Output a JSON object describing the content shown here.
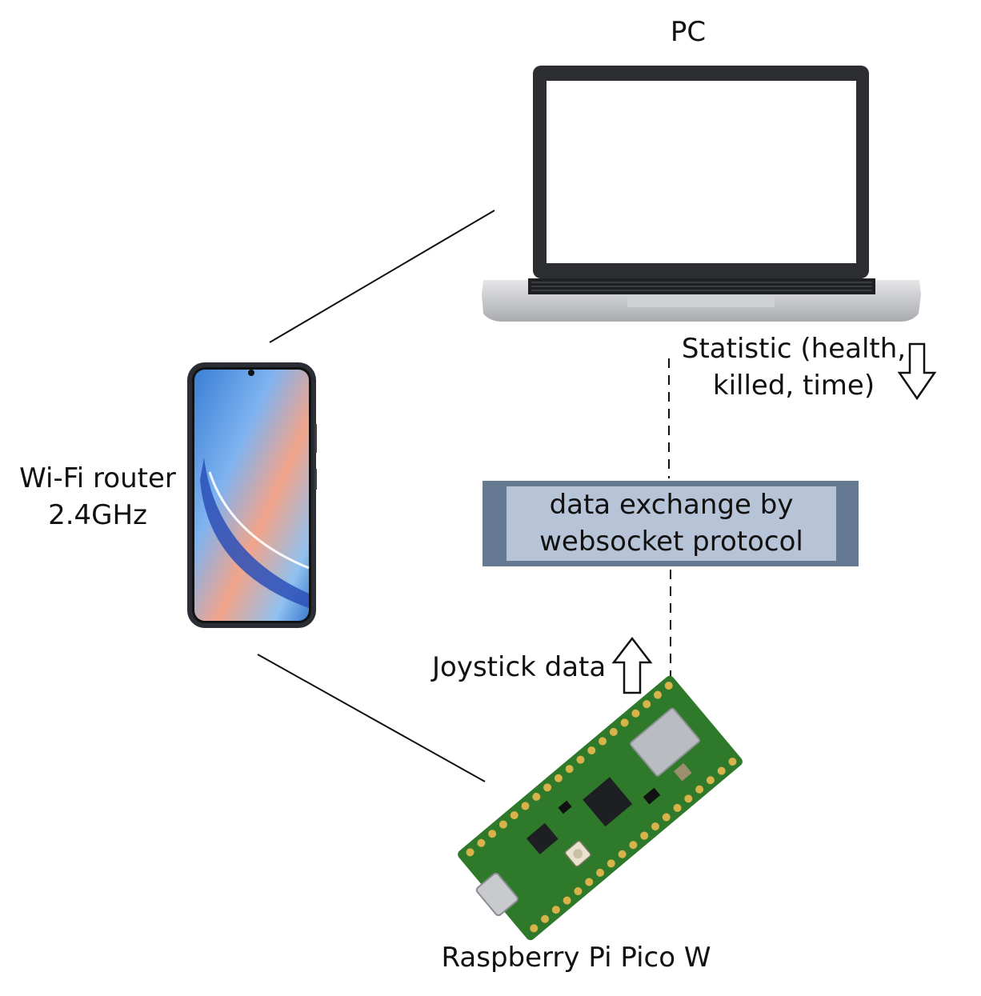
{
  "pc": {
    "label": "PC"
  },
  "router": {
    "label_lines": [
      "Wi-Fi router",
      "2.4GHz"
    ]
  },
  "statistic": {
    "label_lines": [
      "Statistic (health,",
      "killed, time)"
    ]
  },
  "websocket": {
    "label_lines": [
      "data exchange by",
      "websocket protocol"
    ]
  },
  "joystick": {
    "label": "Joystick data"
  },
  "pico": {
    "label": "Raspberry Pi Pico W"
  },
  "colors": {
    "box_outer": "#657a92",
    "box_inner": "#b7c4d8",
    "pcb_green": "#2f7a2a",
    "phone_frame": "#2a2d33"
  },
  "icons": [
    "laptop-icon",
    "smartphone-icon",
    "pico-board-icon",
    "arrow-down-icon",
    "arrow-up-icon"
  ]
}
